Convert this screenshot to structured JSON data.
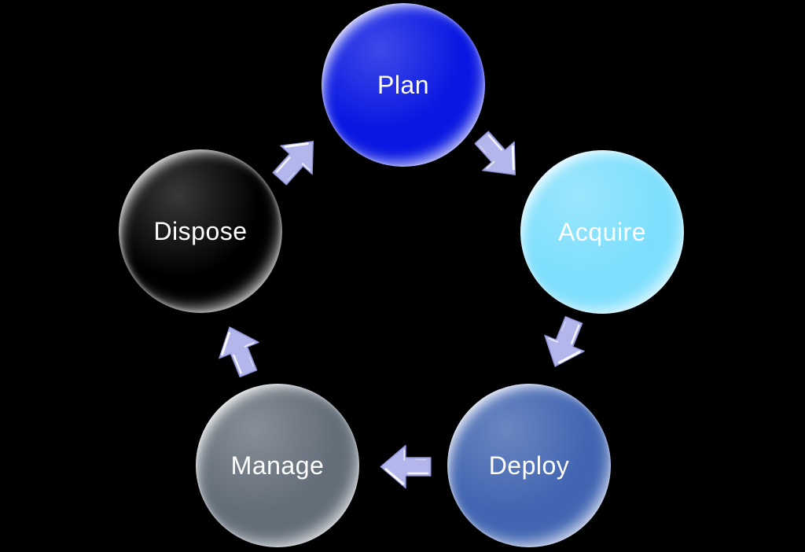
{
  "diagram": {
    "background_color": "#000000",
    "text_color": "#FFFFFF",
    "arrow_color": "#B3B6EA",
    "nodes": [
      {
        "id": "plan",
        "label": "Plan",
        "color": "#0817E2"
      },
      {
        "id": "acquire",
        "label": "Acquire",
        "color": "#7EDFFC"
      },
      {
        "id": "deploy",
        "label": "Deploy",
        "color": "#4165B1"
      },
      {
        "id": "manage",
        "label": "Manage",
        "color": "#646E79"
      },
      {
        "id": "dispose",
        "label": "Dispose",
        "color": "#000000"
      }
    ],
    "arrows": [
      {
        "from": "plan",
        "to": "acquire"
      },
      {
        "from": "acquire",
        "to": "deploy"
      },
      {
        "from": "deploy",
        "to": "manage"
      },
      {
        "from": "manage",
        "to": "dispose"
      },
      {
        "from": "dispose",
        "to": "plan"
      }
    ]
  }
}
